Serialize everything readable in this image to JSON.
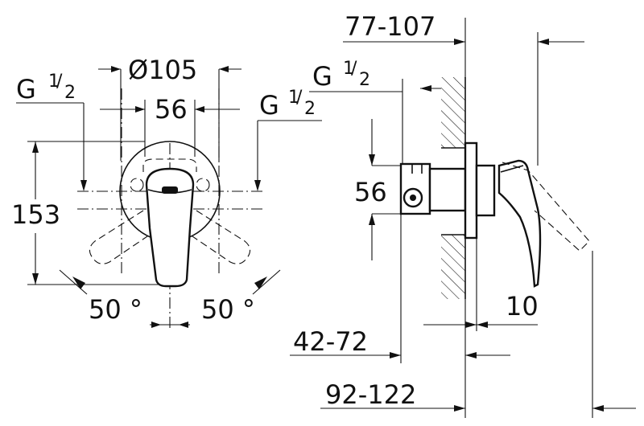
{
  "dimensions": {
    "thread_left": "G 1/2",
    "thread_right": "G 1/2",
    "thread_side": "G 1/2",
    "rosette_diameter": "Ø105",
    "inlet_spacing": "56",
    "height": "153",
    "angle_left": "50 °",
    "angle_right": "50 °",
    "side_spacing": "56",
    "depth_range_top": "77-107",
    "wall_range": "42-72",
    "total_depth_range": "92-122",
    "lever_offset": "10"
  },
  "thread": {
    "g": "G",
    "numerator": "1",
    "denominator": "2"
  }
}
